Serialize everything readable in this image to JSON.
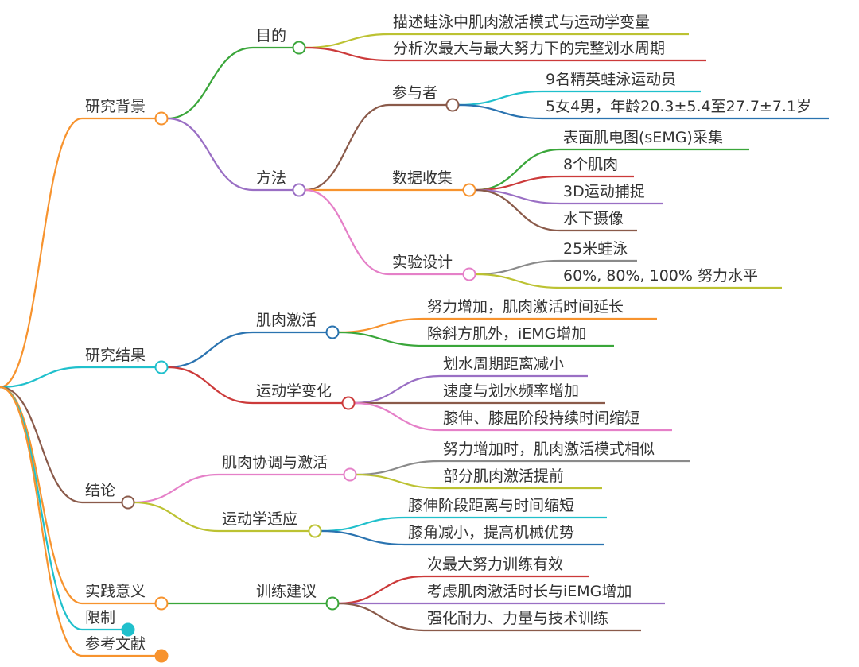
{
  "title": "",
  "colors": {
    "orange": "#f7932e",
    "green": "#3aa63a",
    "purple": "#9a6fc4",
    "brown": "#8a5a4a",
    "cyan": "#20c0cc",
    "blue": "#2a73b0",
    "red": "#cc3a3a",
    "olive": "#bcc232",
    "pink": "#e580c8",
    "gray": "#8a8a8a",
    "text": "#333333"
  },
  "branches": [
    {
      "id": "bg",
      "label": "研究背景",
      "children": [
        {
          "id": "bg-goal",
          "label": "目的",
          "children": [
            {
              "id": "bg-goal-1",
              "label": "描述蛙泳中肌肉激活模式与运动学变量"
            },
            {
              "id": "bg-goal-2",
              "label": "分析次最大与最大努力下的完整划水周期"
            }
          ]
        },
        {
          "id": "bg-method",
          "label": "方法",
          "children": [
            {
              "id": "bg-part",
              "label": "参与者",
              "children": [
                {
                  "id": "bg-part-1",
                  "label": "9名精英蛙泳运动员"
                },
                {
                  "id": "bg-part-2",
                  "label": "5女4男，年龄20.3±5.4至27.7±7.1岁"
                }
              ]
            },
            {
              "id": "bg-data",
              "label": "数据收集",
              "children": [
                {
                  "id": "bg-data-1",
                  "label": "表面肌电图(sEMG)采集"
                },
                {
                  "id": "bg-data-2",
                  "label": "8个肌肉"
                },
                {
                  "id": "bg-data-3",
                  "label": "3D运动捕捉"
                },
                {
                  "id": "bg-data-4",
                  "label": "水下摄像"
                }
              ]
            },
            {
              "id": "bg-exp",
              "label": "实验设计",
              "children": [
                {
                  "id": "bg-exp-1",
                  "label": "25米蛙泳"
                },
                {
                  "id": "bg-exp-2",
                  "label": "60%, 80%, 100% 努力水平"
                }
              ]
            }
          ]
        }
      ]
    },
    {
      "id": "res",
      "label": "研究结果",
      "children": [
        {
          "id": "res-mus",
          "label": "肌肉激活",
          "children": [
            {
              "id": "res-mus-1",
              "label": "努力增加，肌肉激活时间延长"
            },
            {
              "id": "res-mus-2",
              "label": "除斜方肌外，iEMG增加"
            }
          ]
        },
        {
          "id": "res-kin",
          "label": "运动学变化",
          "children": [
            {
              "id": "res-kin-1",
              "label": "划水周期距离减小"
            },
            {
              "id": "res-kin-2",
              "label": "速度与划水频率增加"
            },
            {
              "id": "res-kin-3",
              "label": "膝伸、膝屈阶段持续时间缩短"
            }
          ]
        }
      ]
    },
    {
      "id": "con",
      "label": "结论",
      "children": [
        {
          "id": "con-coord",
          "label": "肌肉协调与激活",
          "children": [
            {
              "id": "con-coord-1",
              "label": "努力增加时，肌肉激活模式相似"
            },
            {
              "id": "con-coord-2",
              "label": "部分肌肉激活提前"
            }
          ]
        },
        {
          "id": "con-adapt",
          "label": "运动学适应",
          "children": [
            {
              "id": "con-adapt-1",
              "label": "膝伸阶段距离与时间缩短"
            },
            {
              "id": "con-adapt-2",
              "label": "膝角减小，提高机械优势"
            }
          ]
        }
      ]
    },
    {
      "id": "prac",
      "label": "实践意义",
      "children": [
        {
          "id": "prac-train",
          "label": "训练建议",
          "children": [
            {
              "id": "prac-train-1",
              "label": "次最大努力训练有效"
            },
            {
              "id": "prac-train-2",
              "label": "考虑肌肉激活时长与iEMG增加"
            },
            {
              "id": "prac-train-3",
              "label": "强化耐力、力量与技术训练"
            }
          ]
        }
      ]
    },
    {
      "id": "lim",
      "label": "限制",
      "children": []
    },
    {
      "id": "ref",
      "label": "参考文献",
      "children": []
    }
  ]
}
